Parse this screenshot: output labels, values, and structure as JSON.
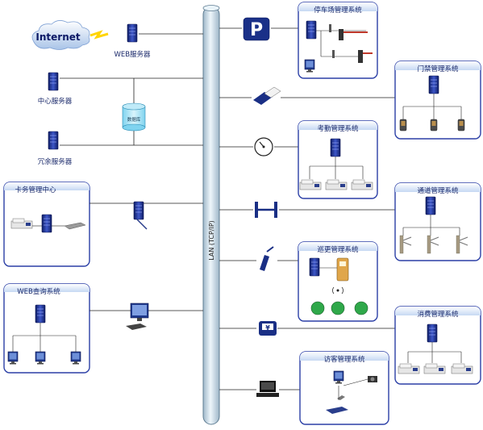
{
  "internet": "Internet",
  "servers": {
    "web": "WEB服务器",
    "center": "中心服务器",
    "redundant": "冗余服务器"
  },
  "database": "数据库",
  "lan": "LAN (TCP/IP)",
  "left_panels": {
    "card_center": "卡务管理中心",
    "web_query": "WEB查询系统"
  },
  "systems": {
    "parking": "停车场管理系统",
    "access": "门禁管理系统",
    "attendance": "考勤管理系统",
    "channel": "通道管理系统",
    "patrol": "巡更管理系统",
    "consume": "消费管理系统",
    "visitor": "访客管理系统"
  },
  "icons": {
    "parking_sign": "parking-sign-icon",
    "card_reader": "card-reader-icon",
    "clock": "clock-icon",
    "turnstile": "turnstile-icon",
    "patrol_wand": "patrol-wand-icon",
    "pos": "pos-terminal-icon",
    "visitor_terminal": "visitor-terminal-icon"
  },
  "colors": {
    "panel_border": "#2b3fa6",
    "panel_title_bg": "#cfe0f7",
    "server_blue": "#1c2f8a",
    "bus_fill": "#dcebf6",
    "link": "#222222"
  }
}
